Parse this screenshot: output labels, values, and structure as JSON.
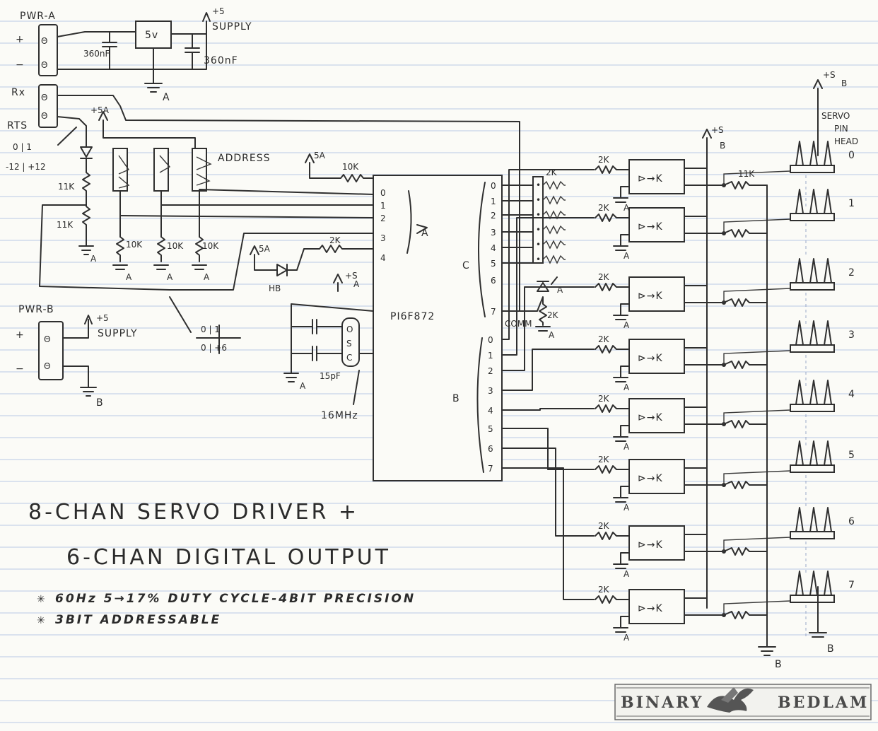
{
  "connectors": {
    "pwr_a": "PWR-A",
    "pwr_b": "PWR-B",
    "plus": "+",
    "minus": "−",
    "rx": "Rx",
    "rts": "RTS",
    "pin_glyph": "Θ"
  },
  "supply": {
    "regulator": "5v",
    "plus5": "+5",
    "supply": "SUPPLY",
    "cap_left": "360nF",
    "cap_right": "360nF",
    "ground_a": "A",
    "ground_b": "B",
    "plus5a": "+5A",
    "five_a": "5A",
    "plus_s": "+S",
    "s_b": "S",
    "b_sub": "B"
  },
  "levels": {
    "rs232_top": "0   |  1",
    "rs232_bottom": "-12 | +12",
    "logic_top": "0  |  1",
    "logic_bottom": "0  | +6"
  },
  "address": {
    "label": "ADDRESS",
    "r1": "11K",
    "r2": "11K",
    "pull1": "10K",
    "pull2": "10K",
    "pull3": "10K"
  },
  "mcu": {
    "part": "PI6F872",
    "port_a": "A",
    "port_b": "B",
    "port_c": "C",
    "pins_a": [
      "0",
      "1",
      "2",
      "3",
      "4"
    ],
    "pins_b": [
      "0",
      "1",
      "2",
      "3",
      "4",
      "5",
      "6",
      "7"
    ],
    "pins_c": [
      "0",
      "1",
      "2",
      "3",
      "4",
      "5",
      "6",
      "7"
    ],
    "pullup": "10K",
    "led_res": "2K",
    "led": "HB",
    "osc": [
      "O",
      "S",
      "C"
    ],
    "osc_cap": "15pF",
    "crystal": "16MHz",
    "comm": "COMM",
    "comm_res": "2K",
    "array_res": "2K"
  },
  "outputs": {
    "opto_res": "2K",
    "pull_res": "11K",
    "opto_glyph": "⊳→K",
    "servo_header": [
      "SERVO",
      "PIN",
      "HEAD"
    ],
    "servo_numbers": [
      "0",
      "1",
      "2",
      "3",
      "4",
      "5",
      "6",
      "7"
    ]
  },
  "title": {
    "line1": "8-CHAN SERVO DRIVER +",
    "line2": "6-CHAN DIGITAL OUTPUT",
    "note1": "60Hz 5→17% DUTY CYCLE-4BIT PRECISION",
    "note2": "3BIT ADDRESSABLE",
    "star": "✳"
  },
  "logo": {
    "left": "BINARY",
    "right": "BEDLAM"
  }
}
